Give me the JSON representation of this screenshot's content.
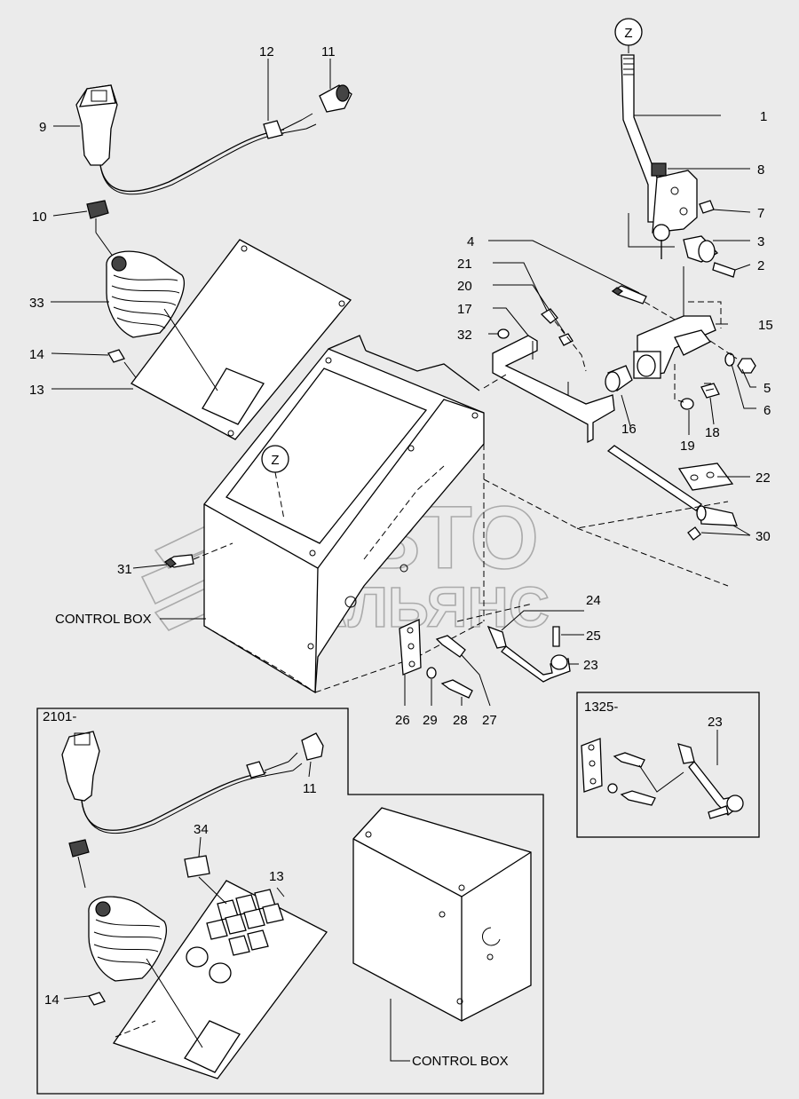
{
  "callouts": [
    {
      "id": "c1",
      "text": "1"
    },
    {
      "id": "c2",
      "text": "2"
    },
    {
      "id": "c3",
      "text": "3"
    },
    {
      "id": "c4",
      "text": "4"
    },
    {
      "id": "c5",
      "text": "5"
    },
    {
      "id": "c6",
      "text": "6"
    },
    {
      "id": "c7",
      "text": "7"
    },
    {
      "id": "c8",
      "text": "8"
    },
    {
      "id": "c9",
      "text": "9"
    },
    {
      "id": "c10",
      "text": "10"
    },
    {
      "id": "c11",
      "text": "11"
    },
    {
      "id": "c12",
      "text": "12"
    },
    {
      "id": "c13",
      "text": "13"
    },
    {
      "id": "c14",
      "text": "14"
    },
    {
      "id": "c15",
      "text": "15"
    },
    {
      "id": "c16",
      "text": "16"
    },
    {
      "id": "c17",
      "text": "17"
    },
    {
      "id": "c18",
      "text": "18"
    },
    {
      "id": "c19",
      "text": "19"
    },
    {
      "id": "c20",
      "text": "20"
    },
    {
      "id": "c21",
      "text": "21"
    },
    {
      "id": "c22",
      "text": "22"
    },
    {
      "id": "c23",
      "text": "23"
    },
    {
      "id": "c24",
      "text": "24"
    },
    {
      "id": "c25",
      "text": "25"
    },
    {
      "id": "c26",
      "text": "26"
    },
    {
      "id": "c27",
      "text": "27"
    },
    {
      "id": "c28",
      "text": "28"
    },
    {
      "id": "c29",
      "text": "29"
    },
    {
      "id": "c30",
      "text": "30"
    },
    {
      "id": "c31",
      "text": "31"
    },
    {
      "id": "c32",
      "text": "32"
    },
    {
      "id": "c33",
      "text": "33"
    },
    {
      "id": "c34",
      "text": "34"
    },
    {
      "id": "c10b",
      "text": ""
    },
    {
      "id": "c11b",
      "text": "11"
    },
    {
      "id": "c13b",
      "text": "13"
    },
    {
      "id": "c14b",
      "text": "14"
    },
    {
      "id": "c23b",
      "text": "23"
    }
  ],
  "refs": {
    "z_marker": "Z"
  },
  "texts": {
    "control_box": "CONTROL BOX",
    "control_box_b": "CONTROL BOX",
    "inset_2101": "2101-",
    "inset_1325": "1325-"
  },
  "watermark": {
    "line1": "АВТО",
    "line2": "АЛЬЯНС"
  },
  "colors": {
    "background": "#ebebeb",
    "ink": "#000000",
    "watermark": "#9a9a9a"
  }
}
